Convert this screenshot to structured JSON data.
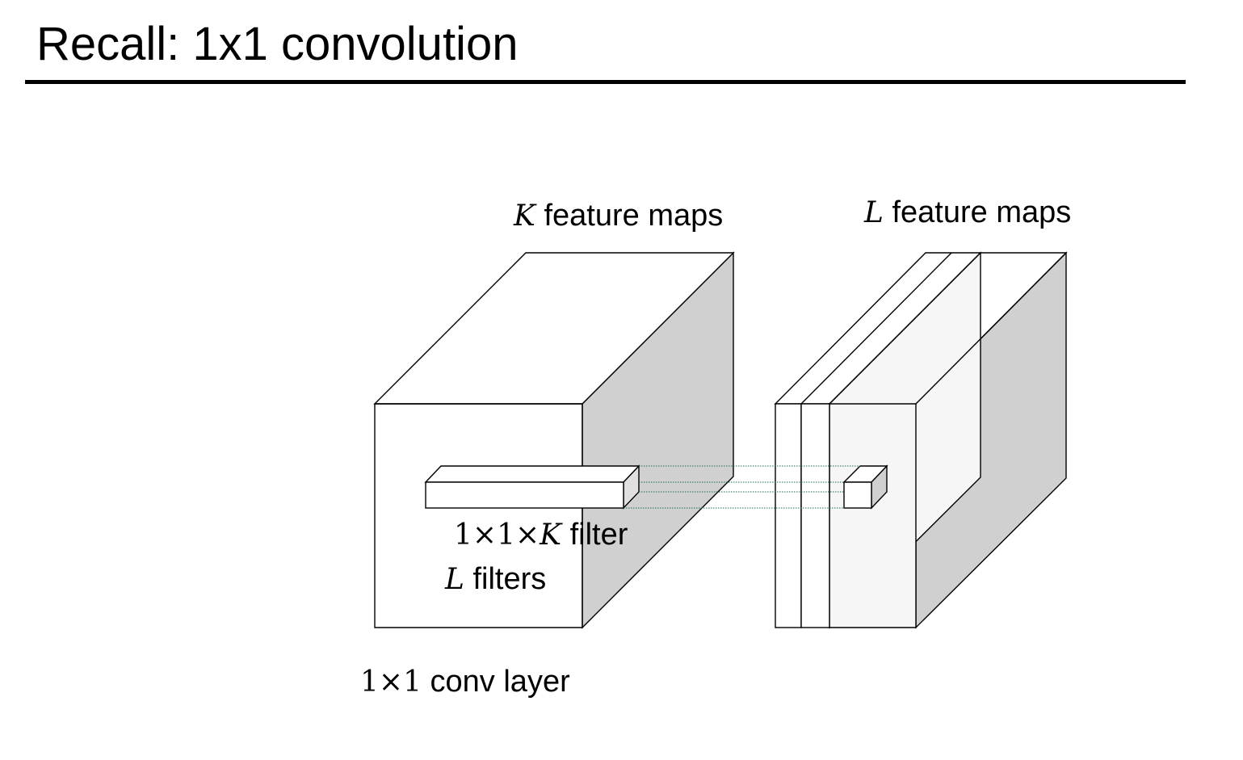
{
  "slide": {
    "title": "Recall: 1x1 convolution"
  },
  "labels": {
    "k_maps": {
      "var": "K",
      "text": " feature maps"
    },
    "l_maps": {
      "var": "L",
      "text": " feature maps"
    },
    "filter": {
      "prefix": "1×1×",
      "var": "K",
      "text": " filter"
    },
    "filters": {
      "var": "L",
      "text": " filters"
    },
    "layer": {
      "prefix": "1×1",
      "text": " conv layer"
    }
  },
  "colors": {
    "side_face": "#d0d0d0",
    "front_face_light": "#f6f6f6",
    "connector": "#1f6b4f",
    "stroke": "#000000"
  }
}
